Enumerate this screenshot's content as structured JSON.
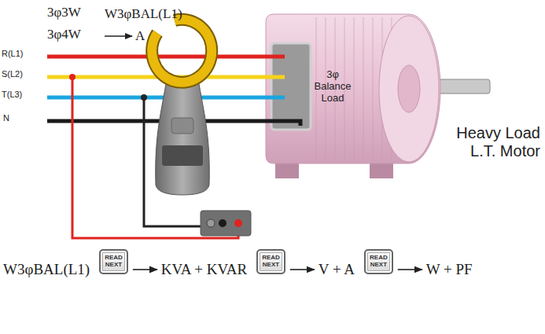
{
  "diagram": {
    "nodes": [
      {
        "text": [
          "W3φBAL(L1)"
        ]
      },
      {
        "text": [
          "READ NEXT"
        ]
      },
      {
        "text": [
          "KVA + KVAR"
        ]
      },
      {
        "text": [
          "READ NEXT"
        ]
      },
      {
        "text": [
          "V + A"
        ]
      },
      {
        "text": [
          "READ NEXT"
        ]
      },
      {
        "text": [
          "W + PF"
        ]
      }
    ],
    "edges": [
      {
        "from": 1,
        "to": 2,
        "arrow": "to"
      },
      {
        "from": 3,
        "to": 4,
        "arrow": "to"
      },
      {
        "from": 5,
        "to": 6,
        "arrow": "to"
      }
    ],
    "labels": [
      "3φ3W",
      "W3φBAL(L1)",
      "3φ4W",
      "A",
      "R(L1)",
      "S(L2)",
      "T(L3)",
      "N",
      "3φ Balance Load",
      "Heavy Load L.T. Motor"
    ]
  }
}
